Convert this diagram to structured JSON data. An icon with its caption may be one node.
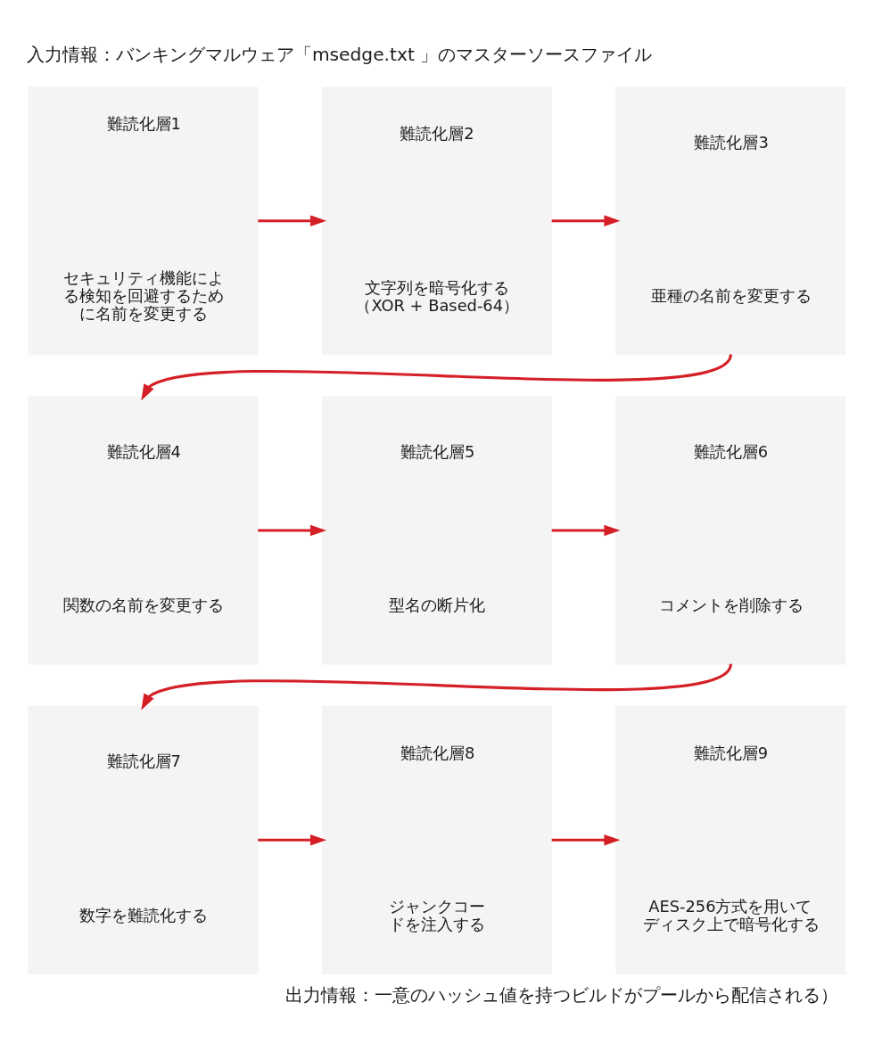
{
  "diagram": {
    "title": "入力情報：バンキングマルウェア「msedge.txt 」のマスターソースファイル",
    "caption": "出力情報：一意のハッシュ値を持つビルドがプールから配信される）",
    "nodes": [
      {
        "text": [
          "難読化層1",
          "セキュリティ機能による検知を回避するために名前を変更する"
        ]
      },
      {
        "text": [
          "難読化層2",
          "文字列を暗号化する（XOR + Based-64）"
        ]
      },
      {
        "text": [
          "難読化層3",
          "亜種の名前を変更する"
        ]
      },
      {
        "text": [
          "難読化層4",
          "関数の名前を変更する"
        ]
      },
      {
        "text": [
          "難読化層5",
          "型名の断片化"
        ]
      },
      {
        "text": [
          "難読化層6",
          "コメントを削除する"
        ]
      },
      {
        "text": [
          "難読化層7",
          "数字を難読化する"
        ]
      },
      {
        "text": [
          "難読化層8",
          "ジャンクコードを注入する"
        ]
      },
      {
        "text": [
          "難読化層9",
          "AES-256方式を用いてディスク上で暗号化する"
        ]
      }
    ],
    "edges": [
      {
        "from": 0,
        "to": 1,
        "arrow": "to"
      },
      {
        "from": 1,
        "to": 2,
        "arrow": "to"
      },
      {
        "from": 2,
        "to": 3,
        "arrow": "to"
      },
      {
        "from": 3,
        "to": 4,
        "arrow": "to"
      },
      {
        "from": 4,
        "to": 5,
        "arrow": "to"
      },
      {
        "from": 5,
        "to": 6,
        "arrow": "to"
      },
      {
        "from": 6,
        "to": 7,
        "arrow": "to"
      },
      {
        "from": 7,
        "to": 8,
        "arrow": "to"
      }
    ]
  }
}
